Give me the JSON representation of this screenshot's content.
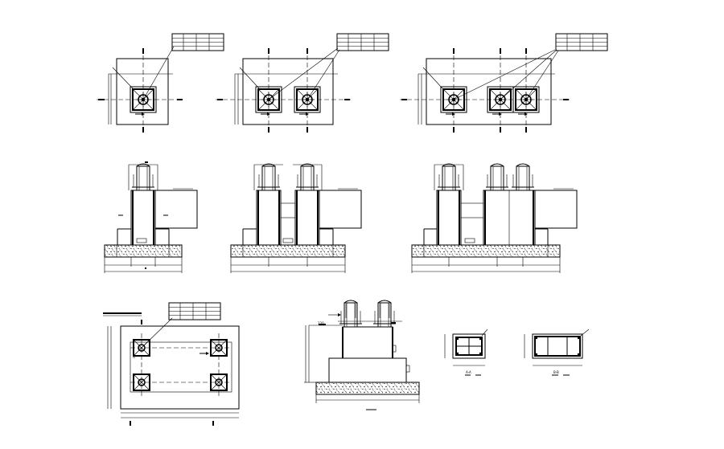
{
  "drawing": {
    "background": "#ffffff",
    "line_color": "#000000",
    "concrete_hatch": "stipple",
    "annotations": {
      "sec_a": "A-A",
      "sec_b": "B-B",
      "dim": "120"
    }
  }
}
